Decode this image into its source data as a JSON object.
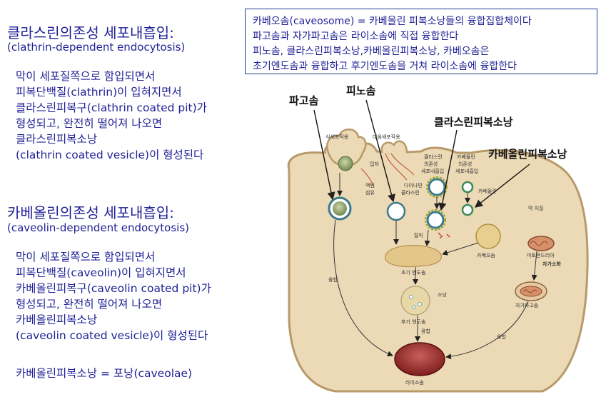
{
  "left": {
    "clathrin_title": "클라스린의존성 세포내흡입:",
    "clathrin_sub": "(clathrin-dependent endocytosis)",
    "clathrin_lines": [
      "막이 세포질쪽으로 함입되면서",
      "피복단백질(clathrin)이 입혀지면서",
      "클라스린피복구(clathrin coated pit)가",
      "형성되고, 완전히 떨어져 나오면",
      "클라스린피복소낭",
      "(clathrin coated vesicle)이 형성된다"
    ],
    "caveolin_title": "카베올린의존성 세포내흡입:",
    "caveolin_sub": "(caveolin-dependent endocytosis)",
    "caveolin_lines": [
      "막이 세포질쪽으로 함입되면서",
      "피복단백질(caveolin)이 입혀지면서",
      "카베올린피복구(caveolin coated pit)가",
      "형성되고, 완전히 떨어져 나오면",
      "카베올린피복소낭",
      "(caveolin coated vesicle)이 형성된다"
    ],
    "caveolae_line": "카베올린피복소낭 = 포낭(caveolae)"
  },
  "info_box": [
    "카베오솜(caveosome) = 카베올린 피복소낭들의 융합집합체이다",
    "파고솜과 자가파고솜은 라이소솜에 직접 융합한다",
    "피노솜, 클라스린피복소낭,카베올린피복소낭, 카베오솜은",
    "초기엔도솜과 융합하고 후기엔도솜을 거쳐 라이소솜에 융합한다"
  ],
  "callouts": {
    "phagosome": "파고솜",
    "pinosome": "피노솜",
    "clathrin_vesicle": "클라스린피복소낭",
    "caveolin_vesicle": "카베올린피복소낭"
  },
  "diagram_labels": {
    "phagocytosis": "식세포작용",
    "pinocytosis": "대음세포작용",
    "clathrin_endo": [
      "클라스린",
      "의존성",
      "세포내흡입"
    ],
    "caveolin_endo": [
      "카베올린",
      "의존성",
      "세포내흡입"
    ],
    "particle": "입자",
    "actin": [
      "액틴",
      "섬유"
    ],
    "dynamin": "다이나민",
    "clathrin": "클라스린",
    "caveolin": "카베올린",
    "uncoat": "탈피",
    "caveosome": "카베오솜",
    "early_endosome": "초기 엔도솜",
    "late_endosome": "후기 엔도솜",
    "vesicle": "소낭",
    "fusion": "융합",
    "lysosome": "라이소솜",
    "fusion_left": "융합",
    "fusion_right": "융합",
    "ribosome_er": "막 지질",
    "mitochondria": "미토콘드리아",
    "autophagy": "자가소화",
    "autophagosome": "자가파고솜"
  }
}
